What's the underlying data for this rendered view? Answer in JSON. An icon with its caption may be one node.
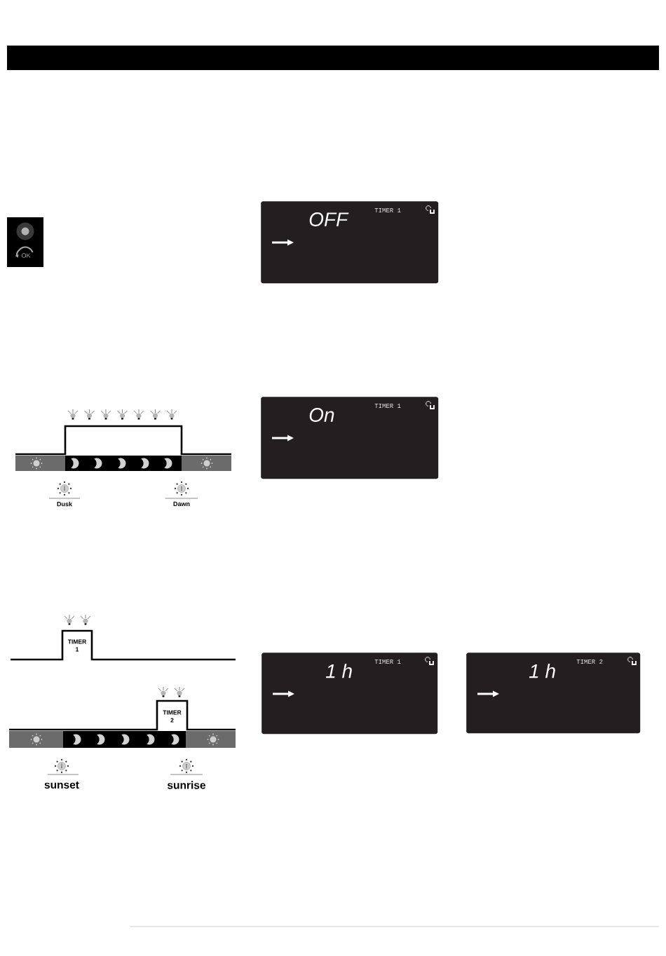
{
  "diagram": {
    "nodes": [
      {
        "text": [
          "OFF",
          "TIMER 1"
        ]
      },
      {
        "text": [
          "On",
          "TIMER 1"
        ]
      },
      {
        "text": [
          "TIMER 1"
        ]
      },
      {
        "text": [
          "1 h",
          "TIMER 1"
        ]
      },
      {
        "text": [
          "1 h",
          "TIMER 2"
        ]
      },
      {
        "text": [
          "TIMER 2"
        ]
      }
    ],
    "labels": [
      "OK",
      "Dusk",
      "Dawn",
      "sunset",
      "sunrise"
    ]
  }
}
